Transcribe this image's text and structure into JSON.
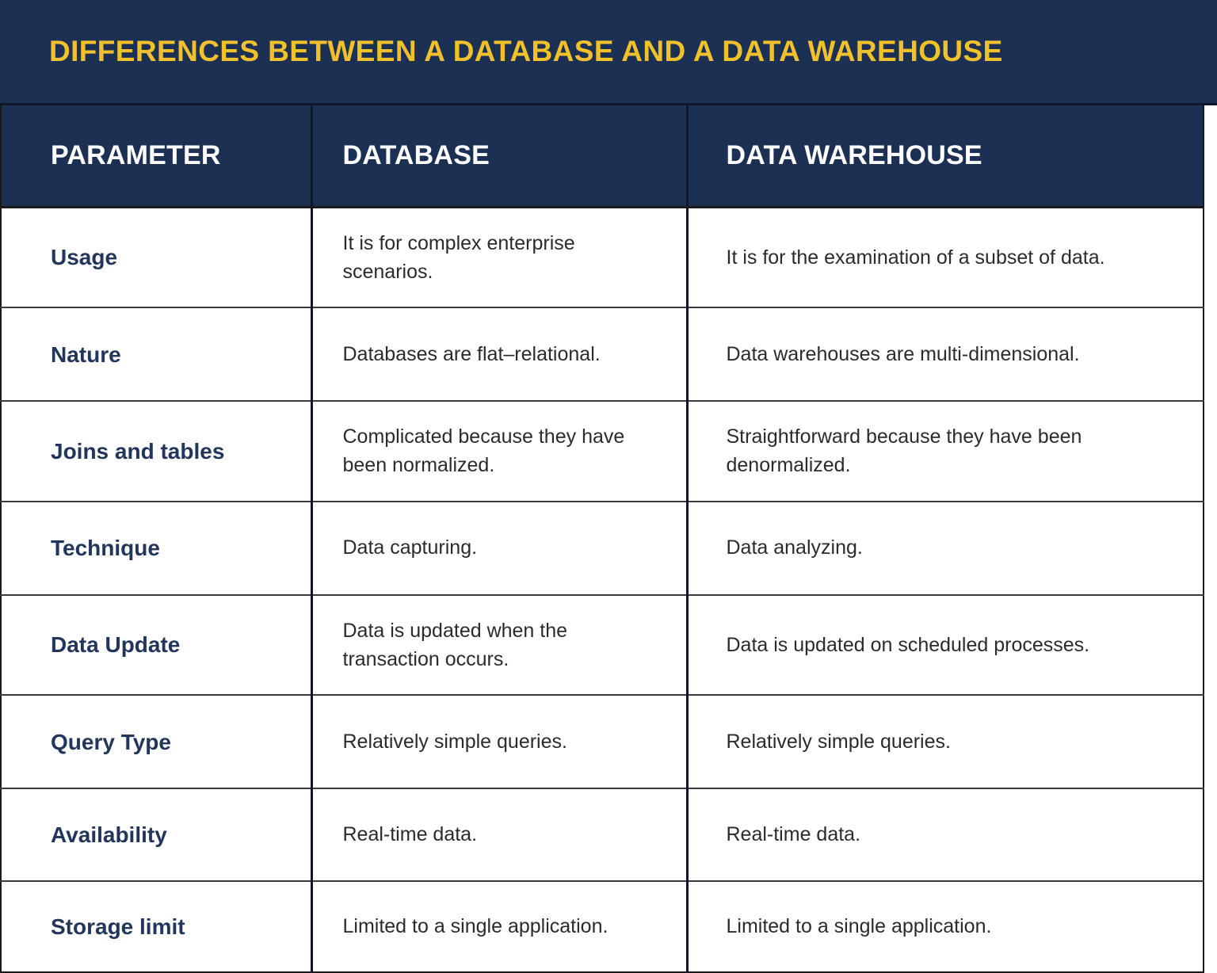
{
  "colors": {
    "header_navy": "#1c3054",
    "title_gold": "#f1c12b",
    "param_label": "#22365c",
    "body_text": "#2b2b2b",
    "grid_line": "#3a3a3a",
    "page_background": "#ffffff"
  },
  "title": "DIFFERENCES BETWEEN A DATABASE AND A DATA WAREHOUSE",
  "table": {
    "columns": [
      {
        "key": "parameter",
        "label": "PARAMETER"
      },
      {
        "key": "database",
        "label": "DATABASE"
      },
      {
        "key": "data_warehouse",
        "label": "DATA WAREHOUSE"
      }
    ],
    "rows": [
      {
        "parameter": "Usage",
        "database": "It is for complex enterprise scenarios.",
        "data_warehouse": "It is for the examination of a subset of data."
      },
      {
        "parameter": "Nature",
        "database": "Databases are flat–relational.",
        "data_warehouse": "Data warehouses are multi-dimensional."
      },
      {
        "parameter": "Joins and tables",
        "database": "Complicated because they have been normalized.",
        "data_warehouse": "Straightforward because they have been denormalized."
      },
      {
        "parameter": "Technique",
        "database": "Data capturing.",
        "data_warehouse": "Data analyzing."
      },
      {
        "parameter": "Data Update",
        "database": "Data is updated when the transaction occurs.",
        "data_warehouse": "Data is updated on scheduled processes."
      },
      {
        "parameter": "Query Type",
        "database": "Relatively simple queries.",
        "data_warehouse": "Relatively simple queries."
      },
      {
        "parameter": "Availability",
        "database": "Real-time data.",
        "data_warehouse": "Real-time data."
      },
      {
        "parameter": "Storage limit",
        "database": "Limited to a single application.",
        "data_warehouse": "Limited to a single application."
      }
    ]
  }
}
